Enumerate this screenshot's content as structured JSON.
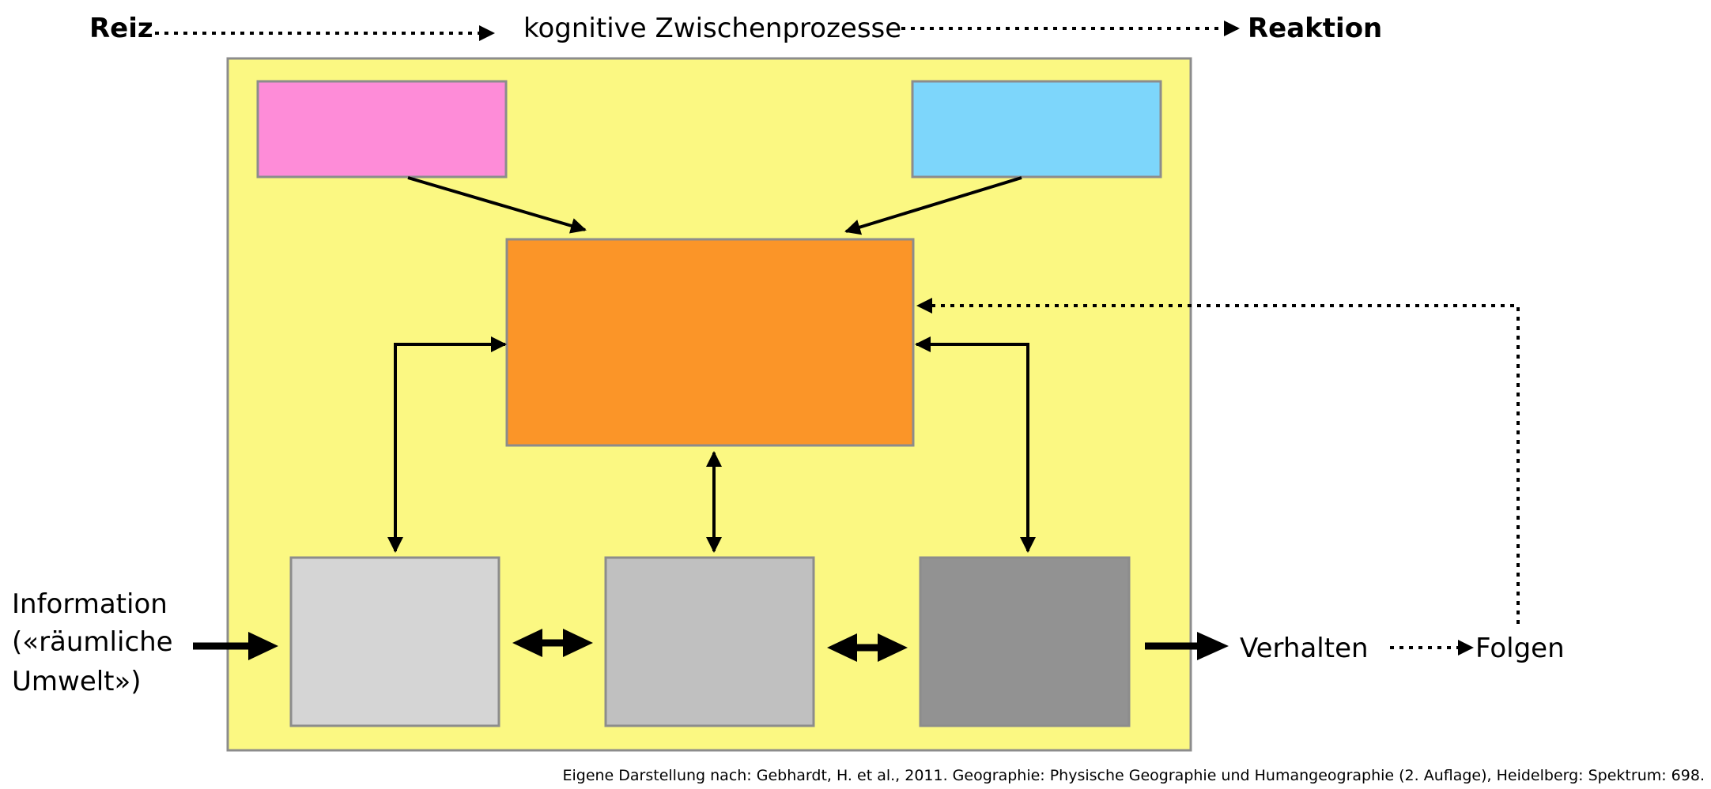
{
  "header": {
    "left_label": "Reiz",
    "middle_label": "kognitive Zwischenprozesse",
    "right_label": "Reaktion"
  },
  "input": {
    "line1": "Information",
    "line2": "(«räumliche",
    "line3": "Umwelt»)"
  },
  "output": {
    "behavior_label": "Verhalten",
    "consequences_label": "Folgen"
  },
  "citation": "Eigene Darstellung nach: Gebhardt, H. et al., 2011. Geographie: Physische Geographie und Humangeographie (2. Auflage), Heidelberg: Spektrum: 698.",
  "colors": {
    "panel": "#fbf882",
    "pink_box": "#fe8cd8",
    "blue_box": "#7dd6fb",
    "orange_box": "#fb9528",
    "gray_light": "#d5d5d5",
    "gray_mid": "#c0c0c0",
    "gray_dark": "#929292",
    "border": "#8c8c8c"
  }
}
